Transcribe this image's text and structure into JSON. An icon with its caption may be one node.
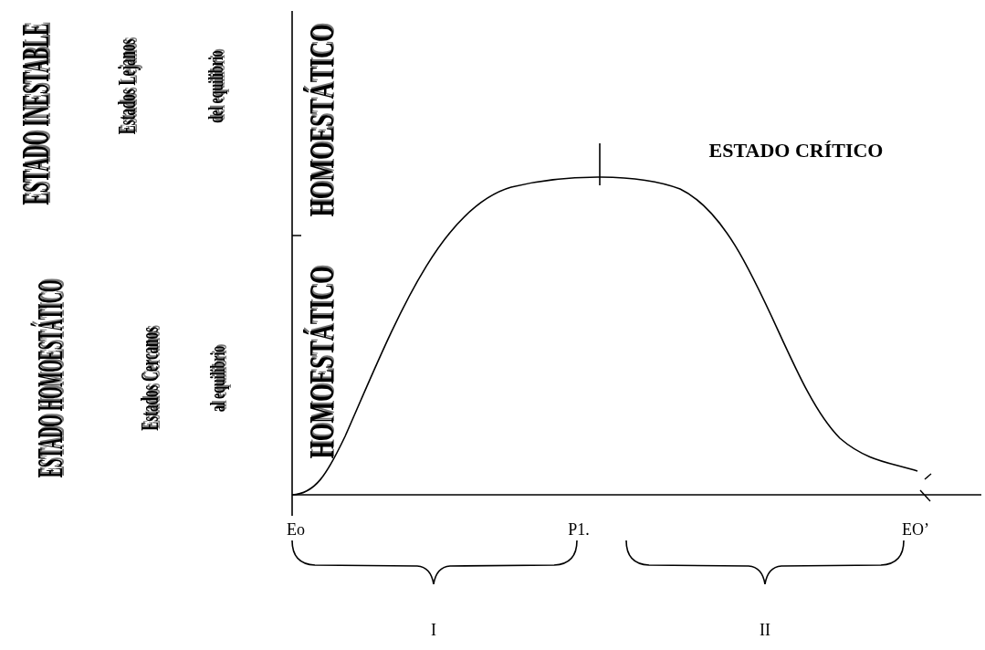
{
  "diagram": {
    "labels": [
      "ESTADO INESTABLE",
      "Estados Lejanos",
      "del equilibrio",
      "HOMOESTÁTICO",
      "ESTADO CRÍTICO",
      "ESTADO HOMOESTÁTICO",
      "Estados Cercanos",
      "al equilibrio",
      "HOMOESTÁTICO",
      "Eo",
      "P1.",
      "EO’",
      "I",
      "II"
    ]
  }
}
